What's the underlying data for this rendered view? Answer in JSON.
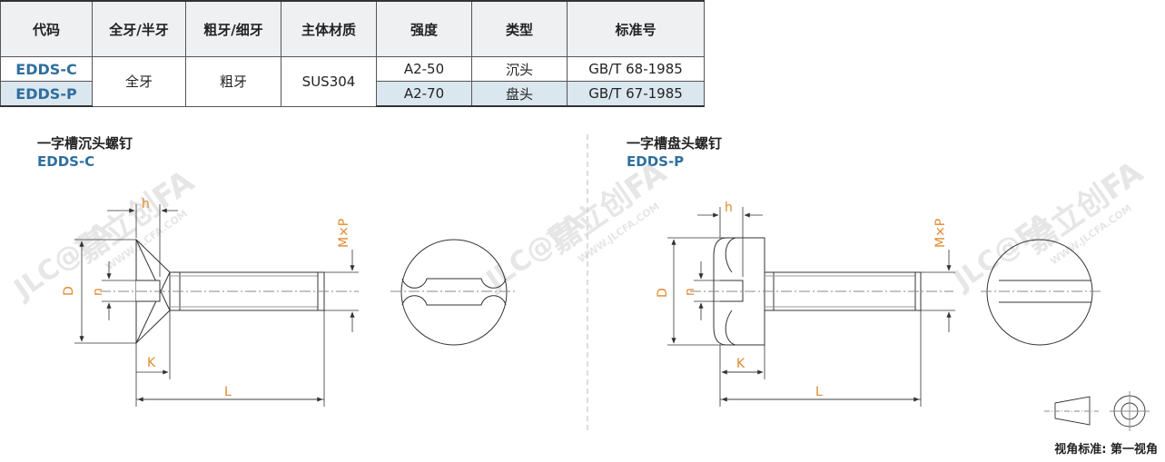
{
  "table": {
    "headers": [
      "代码",
      "全牙/半牙",
      "粗牙/细牙",
      "主体材质",
      "强度",
      "类型",
      "标准号"
    ],
    "rows": [
      {
        "code": "EDDS-C",
        "strength": "A2-50",
        "type": "沉头",
        "standard": "GB/T 68-1985"
      },
      {
        "code": "EDDS-P",
        "strength": "A2-70",
        "type": "盘头",
        "standard": "GB/T 67-1985"
      }
    ],
    "merged": {
      "thread_length": "全牙",
      "thread_pitch": "粗牙",
      "material": "SUS304"
    }
  },
  "left_view": {
    "title": "一字槽沉头螺钉",
    "code": "EDDS-C"
  },
  "right_view": {
    "title": "一字槽盘头螺钉",
    "code": "EDDS-P"
  },
  "dimensions": {
    "h": "h",
    "d": "D",
    "n": "n",
    "k": "K",
    "l": "L",
    "mp": "M×P"
  },
  "watermark": {
    "brand": "JLC@FA",
    "text": "嘉立创FA",
    "url": "WWW.JLCFA.COM"
  },
  "footer": "视角标准: 第一视角",
  "colors": {
    "accent": "#2f6f9e",
    "dimension": "#e08a2e",
    "header_bg": "#eef0f2",
    "row_alt": "#dbe7ef"
  }
}
